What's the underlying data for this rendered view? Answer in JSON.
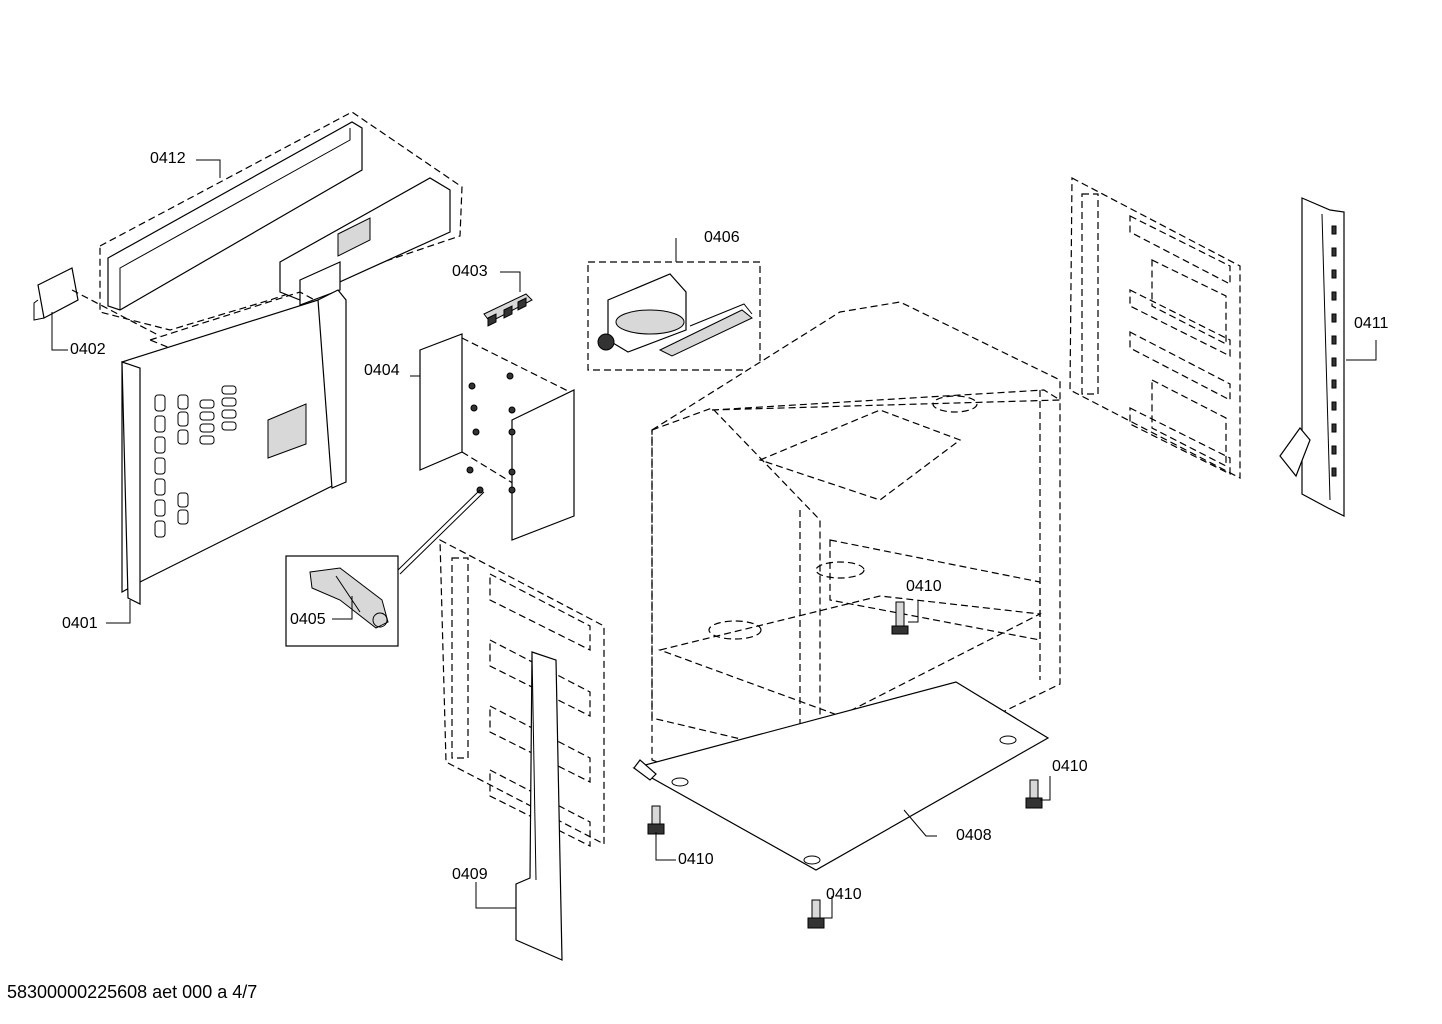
{
  "labels": {
    "p0401": "0401",
    "p0402": "0402",
    "p0403": "0403",
    "p0404": "0404",
    "p0405": "0405",
    "p0406": "0406",
    "p0408": "0408",
    "p0409": "0409",
    "p0410_a": "0410",
    "p0410_b": "0410",
    "p0410_c": "0410",
    "p0410_d": "0410",
    "p0411": "0411",
    "p0412": "0412"
  },
  "footer": "58300000225608 aet 000 a 4/7"
}
